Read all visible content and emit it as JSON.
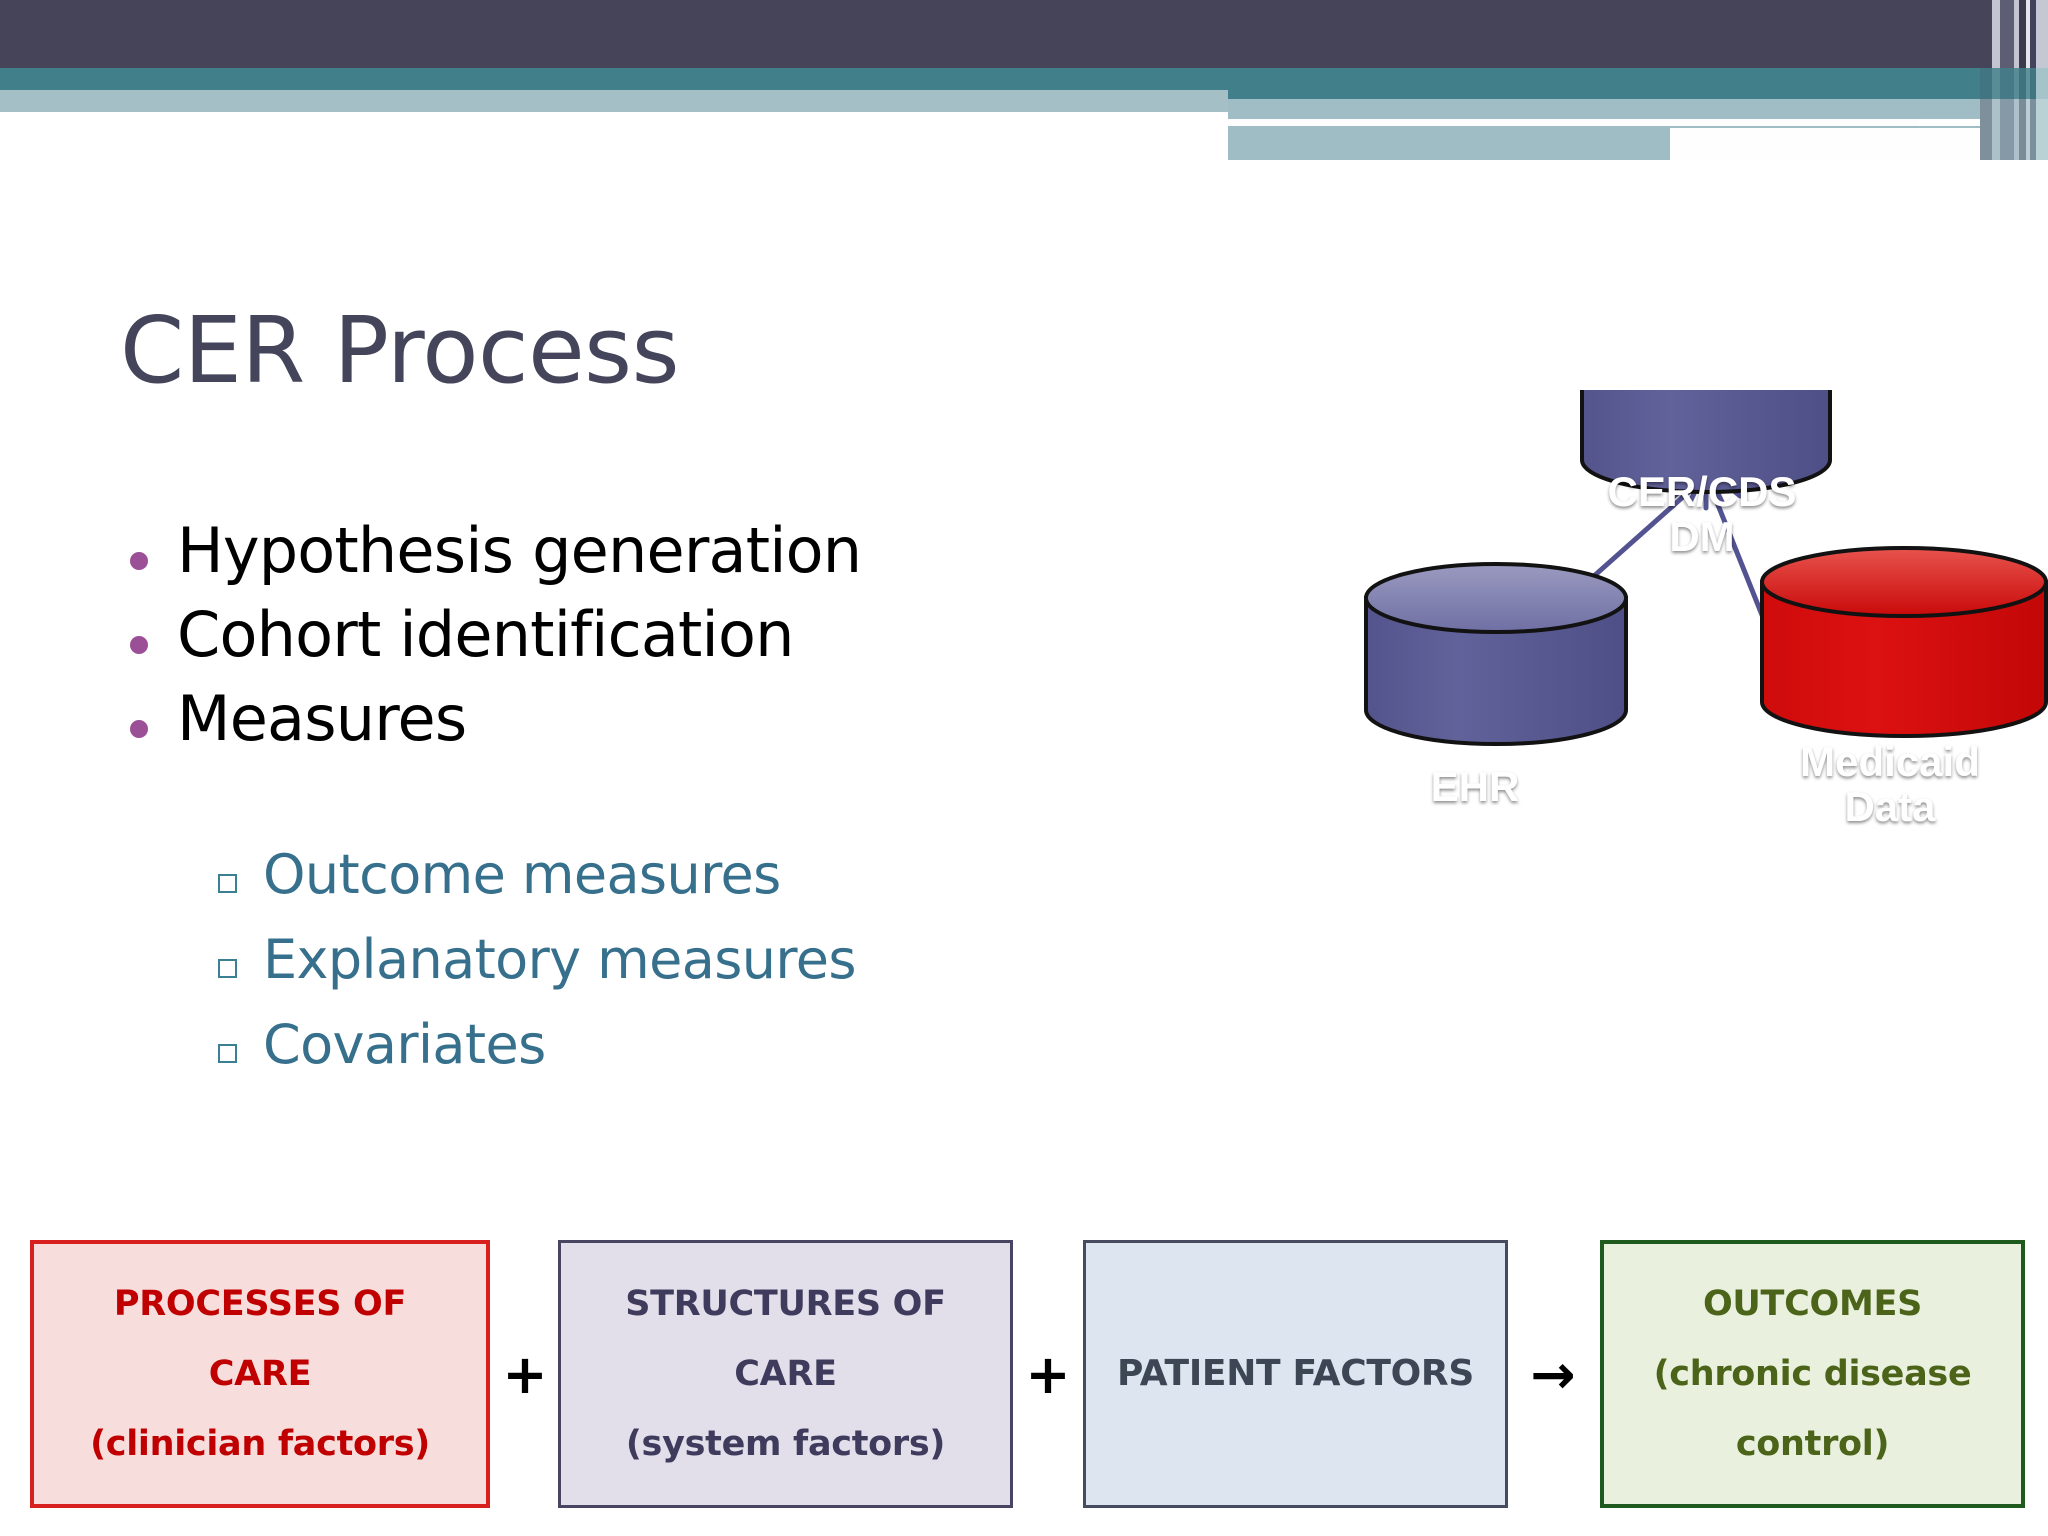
{
  "slide": {
    "title": "CER Process",
    "theme": {
      "header_dark": "#454459",
      "header_teal": "#41808a",
      "header_light_blue": "#a4bfc6",
      "title_color": "#44445a",
      "bullet_color": "#9b4f96",
      "sub_bullet_color": "#37708c"
    }
  },
  "bullets": [
    {
      "label": "Hypothesis generation"
    },
    {
      "label": "Cohort identification"
    },
    {
      "label": "Measures"
    }
  ],
  "sub_bullets": [
    {
      "label": "Outcome measures"
    },
    {
      "label": "Explanatory measures"
    },
    {
      "label": "Covariates"
    }
  ],
  "diagram": {
    "nodes": [
      {
        "id": "cer-cds-dm",
        "line1": "CER/CDS",
        "line2": "DM",
        "color": "#5a5a91"
      },
      {
        "id": "ehr",
        "line1": "EHR",
        "line2": "",
        "color": "#5a5a91"
      },
      {
        "id": "medicaid",
        "line1": "Medicaid",
        "line2": "Data",
        "color": "#d20a0a"
      }
    ],
    "arrows": [
      {
        "from": "ehr",
        "to": "cer-cds-dm"
      },
      {
        "from": "medicaid",
        "to": "cer-cds-dm"
      }
    ]
  },
  "flow": {
    "boxes": [
      {
        "id": "processes-of-care",
        "line1": "PROCESSES OF",
        "line2": "CARE",
        "line3": "(clinician factors)",
        "fill": "#f7dedd",
        "border": "#d8201e",
        "text": "#c00000"
      },
      {
        "id": "structures-of-care",
        "line1": "STRUCTURES OF",
        "line2": "CARE",
        "line3": "(system factors)",
        "fill": "#e2dfeb",
        "border": "#484563",
        "text": "#3f3b5c"
      },
      {
        "id": "patient-factors",
        "line1": "",
        "line2": "PATIENT FACTORS",
        "line3": "",
        "fill": "#dde5f0",
        "border": "#474b5f",
        "text": "#3d4654"
      },
      {
        "id": "outcomes",
        "line1": "OUTCOMES",
        "line2": "(chronic disease",
        "line3": "control)",
        "fill": "#e9f0dd",
        "border": "#1e5a1e",
        "text": "#4b6419"
      }
    ],
    "operators": [
      "+",
      "+",
      "→"
    ]
  }
}
